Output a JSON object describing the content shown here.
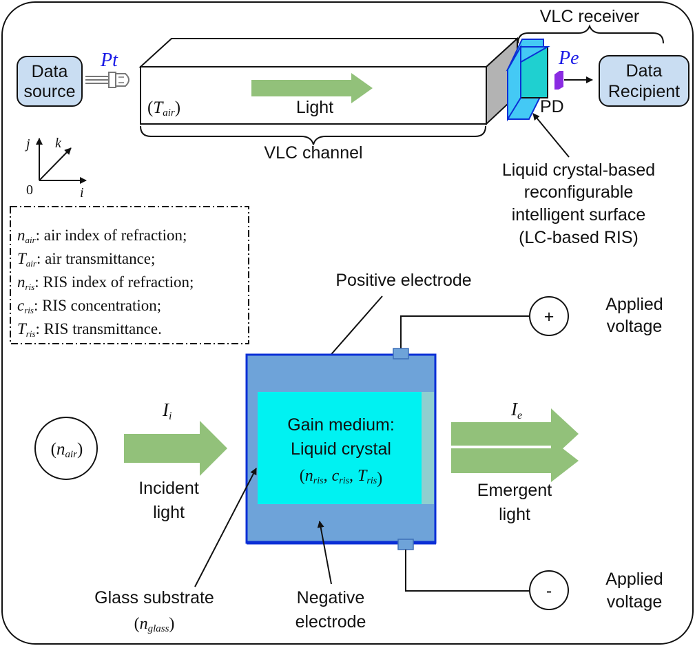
{
  "top": {
    "data_source": [
      "Data",
      "source"
    ],
    "pt": "Pt",
    "light": "Light",
    "t_air_open": "(",
    "t_air_T": "T",
    "t_air_sub": "air",
    "t_air_close": ")",
    "vlc_channel": "VLC channel",
    "vlc_receiver": "VLC receiver",
    "pe": "Pe",
    "pd": "PD",
    "data_recipient": [
      "Data",
      "Recipient"
    ],
    "lc_ris": [
      "Liquid crystal-based",
      "reconfigurable",
      "intelligent surface",
      "(LC-based RIS)"
    ]
  },
  "axes": {
    "j": "j",
    "k": "k",
    "i": "i",
    "origin": "0"
  },
  "legend": [
    {
      "sym": "n",
      "sub": "air",
      "text": ": air index of refraction;"
    },
    {
      "sym": "T",
      "sub": "air",
      "text": ": air transmittance;"
    },
    {
      "sym": "n",
      "sub": "ris",
      "text": ": RIS index of refraction;"
    },
    {
      "sym": "c",
      "sub": "ris",
      "text": ": RIS concentration;"
    },
    {
      "sym": "T",
      "sub": "ris",
      "text": ": RIS transmittance."
    }
  ],
  "bottom": {
    "positive_electrode": "Positive electrode",
    "applied_voltage_top": [
      "Applied",
      "voltage"
    ],
    "plus": "+",
    "minus": "-",
    "applied_voltage_bottom": [
      "Applied",
      "voltage"
    ],
    "n_air": {
      "sym": "n",
      "sub": "air"
    },
    "ii": {
      "sym": "I",
      "sub": "i"
    },
    "ie": {
      "sym": "I",
      "sub": "e"
    },
    "incident_light": [
      "Incident",
      "light"
    ],
    "gain_medium": [
      "Gain medium:",
      "Liquid crystal"
    ],
    "gain_params": [
      {
        "sym": "n",
        "sub": "ris",
        "sep": ", "
      },
      {
        "sym": "c",
        "sub": "ris",
        "sep": ", "
      },
      {
        "sym": "T",
        "sub": "ris",
        "sep": ""
      }
    ],
    "emergent_light": [
      "Emergent",
      "light"
    ],
    "glass_substrate": "Glass substrate",
    "n_glass": {
      "sym": "n",
      "sub": "glass"
    },
    "negative_electrode": [
      "Negative",
      "electrode"
    ]
  },
  "colors": {
    "green_arrow": "#92c17a",
    "cell_blue": "#6ea3d9",
    "cell_border": "#0b2fd6",
    "cyan": "#00f2f2",
    "glass": "#8fcfd0",
    "box_fill": "#c9ddf2",
    "receiver_cyan": "#1fd0d0",
    "receiver_blue": "#44c9f5",
    "pe_purple": "#8a2be2"
  }
}
